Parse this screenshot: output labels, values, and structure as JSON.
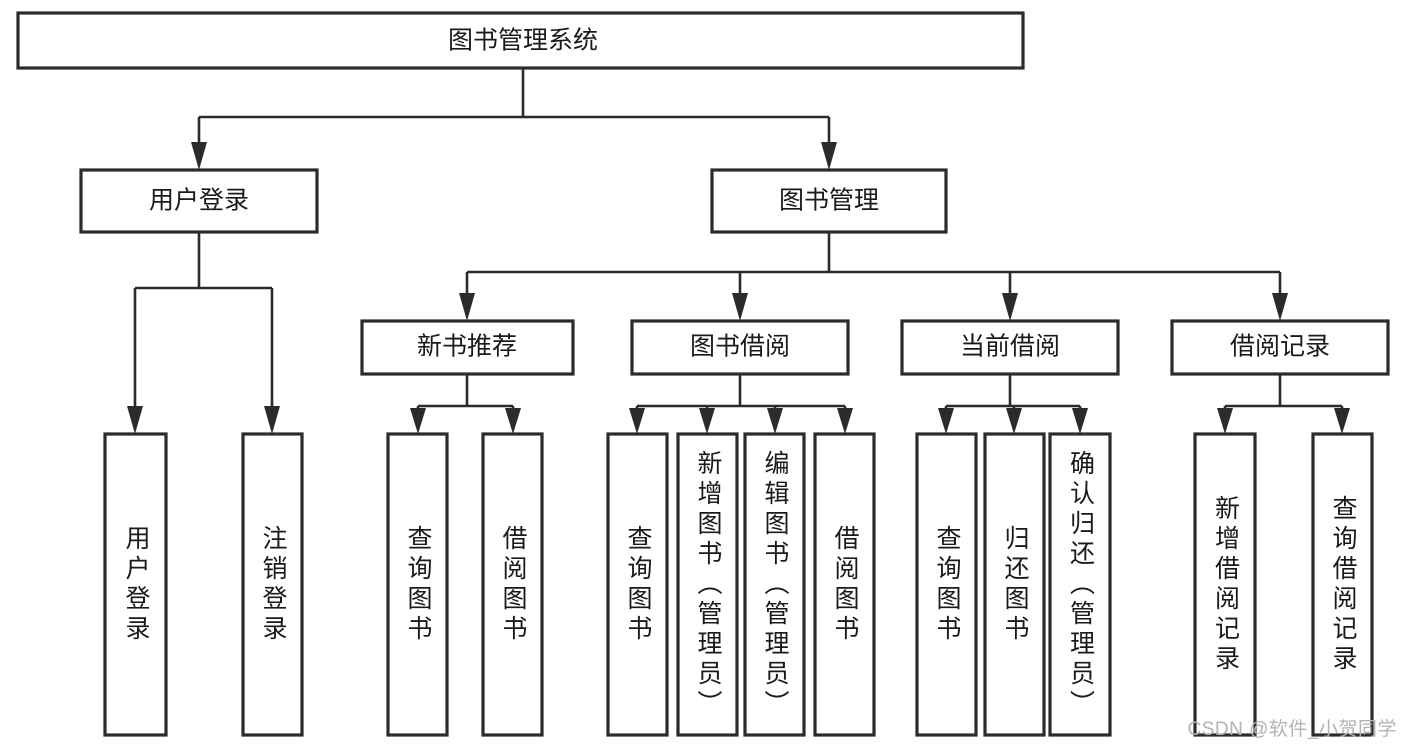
{
  "diagram": {
    "type": "tree",
    "title": "图书管理系统",
    "watermark": "CSDN @软件_小贺同学",
    "colors": {
      "stroke": "#2b2b2b",
      "fill": "#ffffff",
      "text": "#1a1a1a",
      "watermark": "#b3b3b3"
    },
    "nodes": {
      "root": {
        "label": "图书管理系统",
        "level": 0,
        "orientation": "horizontal"
      },
      "l1_0": {
        "label": "用户登录",
        "level": 1,
        "orientation": "horizontal"
      },
      "l1_1": {
        "label": "图书管理",
        "level": 1,
        "orientation": "horizontal"
      },
      "l2_0": {
        "label": "新书推荐",
        "level": 2,
        "orientation": "horizontal"
      },
      "l2_1": {
        "label": "图书借阅",
        "level": 2,
        "orientation": "horizontal"
      },
      "l2_2": {
        "label": "当前借阅",
        "level": 2,
        "orientation": "horizontal"
      },
      "l2_3": {
        "label": "借阅记录",
        "level": 2,
        "orientation": "horizontal"
      },
      "leaf_0": {
        "label": "用户登录",
        "level": 3,
        "orientation": "vertical"
      },
      "leaf_1": {
        "label": "注销登录",
        "level": 3,
        "orientation": "vertical"
      },
      "leaf_2": {
        "label": "查询图书",
        "level": 3,
        "orientation": "vertical"
      },
      "leaf_3": {
        "label": "借阅图书",
        "level": 3,
        "orientation": "vertical"
      },
      "leaf_4": {
        "label": "查询图书",
        "level": 3,
        "orientation": "vertical"
      },
      "leaf_5": {
        "label": "新增图书（管理员）",
        "level": 3,
        "orientation": "vertical"
      },
      "leaf_6": {
        "label": "编辑图书（管理员）",
        "level": 3,
        "orientation": "vertical"
      },
      "leaf_7": {
        "label": "借阅图书",
        "level": 3,
        "orientation": "vertical"
      },
      "leaf_8": {
        "label": "查询图书",
        "level": 3,
        "orientation": "vertical"
      },
      "leaf_9": {
        "label": "归还图书",
        "level": 3,
        "orientation": "vertical"
      },
      "leaf_10": {
        "label": "确认归还（管理员）",
        "level": 3,
        "orientation": "vertical"
      },
      "leaf_11": {
        "label": "新增借阅记录",
        "level": 3,
        "orientation": "vertical"
      },
      "leaf_12": {
        "label": "查询借阅记录",
        "level": 3,
        "orientation": "vertical"
      }
    },
    "edges": [
      {
        "from": "root",
        "to": "l1_0"
      },
      {
        "from": "root",
        "to": "l1_1"
      },
      {
        "from": "l1_0",
        "to": "leaf_0"
      },
      {
        "from": "l1_0",
        "to": "leaf_1"
      },
      {
        "from": "l1_1",
        "to": "l2_0"
      },
      {
        "from": "l1_1",
        "to": "l2_1"
      },
      {
        "from": "l1_1",
        "to": "l2_2"
      },
      {
        "from": "l1_1",
        "to": "l2_3"
      },
      {
        "from": "l2_0",
        "to": "leaf_2"
      },
      {
        "from": "l2_0",
        "to": "leaf_3"
      },
      {
        "from": "l2_1",
        "to": "leaf_4"
      },
      {
        "from": "l2_1",
        "to": "leaf_5"
      },
      {
        "from": "l2_1",
        "to": "leaf_6"
      },
      {
        "from": "l2_1",
        "to": "leaf_7"
      },
      {
        "from": "l2_2",
        "to": "leaf_8"
      },
      {
        "from": "l2_2",
        "to": "leaf_9"
      },
      {
        "from": "l2_2",
        "to": "leaf_10"
      },
      {
        "from": "l2_3",
        "to": "leaf_11"
      },
      {
        "from": "l2_3",
        "to": "leaf_12"
      }
    ]
  }
}
